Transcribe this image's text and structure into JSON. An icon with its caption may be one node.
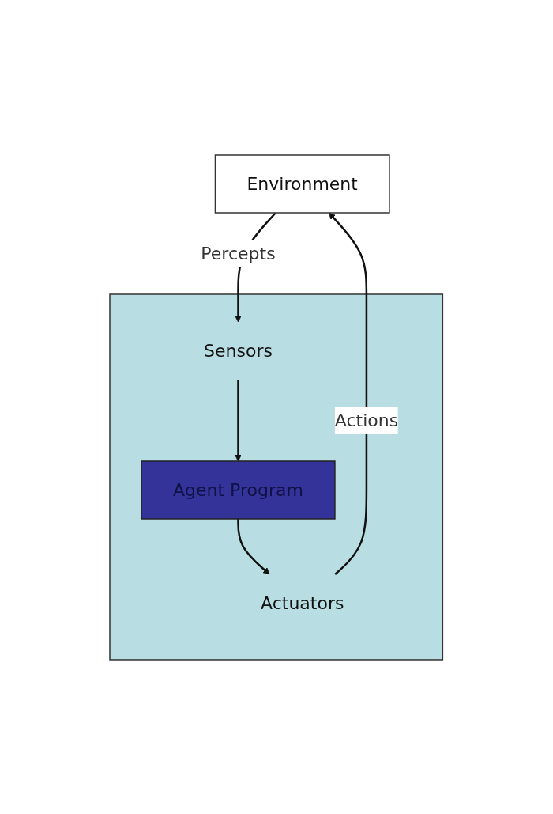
{
  "diagram": {
    "nodes": [
      {
        "text": [
          "Environment"
        ]
      },
      {
        "text": [],
        "shape": "box"
      },
      {
        "text": [
          "Sensors"
        ],
        "in": 1
      },
      {
        "text": [
          "Actuators"
        ],
        "in": 1
      },
      {
        "text": [
          "Agent Program"
        ],
        "in": 1
      }
    ],
    "edges": [
      {
        "from": 0,
        "to": 2,
        "arrow": "to",
        "label": "Percepts"
      },
      {
        "from": 2,
        "to": 4,
        "arrow": "to"
      },
      {
        "from": 4,
        "to": 3,
        "arrow": "to"
      },
      {
        "from": 3,
        "to": 0,
        "arrow": "to",
        "label": "Actions"
      }
    ]
  }
}
